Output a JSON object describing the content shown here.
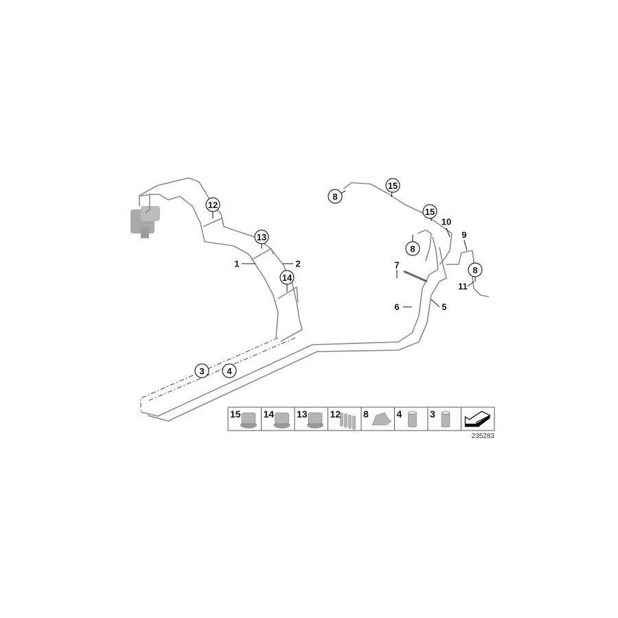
{
  "callouts_circled": [
    "12",
    "13",
    "14",
    "3",
    "4",
    "8",
    "15",
    "15",
    "8",
    "8"
  ],
  "callouts_plain": [
    "1",
    "2",
    "7",
    "6",
    "5",
    "10",
    "9",
    "11"
  ],
  "legend": {
    "items": [
      "15",
      "14",
      "13",
      "12",
      "8",
      "4",
      "3"
    ],
    "icons": [
      "clip-15-icon",
      "clip-14-icon",
      "clip-13-icon",
      "clip-12-icon",
      "bracket-8-icon",
      "nut-4-icon",
      "nut-3-icon",
      "direction-arrow-icon"
    ]
  },
  "catalog_number": "235283",
  "colors": {
    "pipe": "#8a8a8a",
    "part": "#b5b5b5"
  }
}
